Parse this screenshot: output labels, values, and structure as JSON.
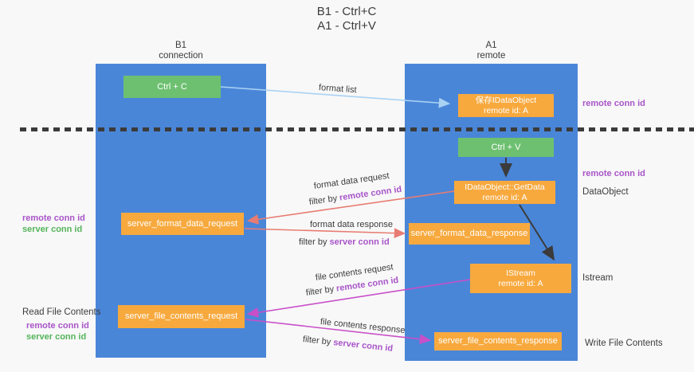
{
  "title": {
    "line1": "B1 - Ctrl+C",
    "line2": "A1 - Ctrl+V"
  },
  "columns": {
    "left": {
      "name": "B1",
      "subtitle": "connection"
    },
    "right": {
      "name": "A1",
      "subtitle": "remote"
    }
  },
  "boxes": {
    "ctrl_c": "Ctrl + C",
    "ctrl_v": "Ctrl + V",
    "save_idataobject": {
      "line1": "保存IDataObject",
      "line2": "remote id: A"
    },
    "getdata": {
      "line1": "IDataObject::GetData",
      "line2": "remote id: A"
    },
    "istream": {
      "line1": "IStream",
      "line2": "remote id: A"
    },
    "format_request": "server_format_data_request",
    "format_response": "server_format_data_response",
    "file_request": "server_file_contents_request",
    "file_response": "server_file_contents_response"
  },
  "arrow_labels": {
    "format_list": "format list",
    "format_data_request": "format data request",
    "format_data_response": "format data response",
    "file_contents_request": "file contents request",
    "file_contents_response": "file contents response",
    "filter_by": "filter by",
    "remote_conn_id": "remote conn id",
    "server_conn_id": "server conn id"
  },
  "side_labels": {
    "remote_conn_id": "remote conn id",
    "server_conn_id": "server conn id",
    "dataobject": "DataObject",
    "istream": "Istream",
    "read_file_contents": "Read File Contents",
    "write_file_contents": "Write File Contents"
  },
  "colors": {
    "column_blue": "#4a86d8",
    "box_green": "#6ec071",
    "box_orange": "#f7a93e",
    "arrow_blue": "#a9d2f3",
    "arrow_red": "#e87c72",
    "arrow_magenta": "#c94fc9",
    "arrow_black": "#3b3b3b",
    "text_purple": "#a855c8",
    "text_green": "#53b45a",
    "background": "#f8f8f8"
  }
}
